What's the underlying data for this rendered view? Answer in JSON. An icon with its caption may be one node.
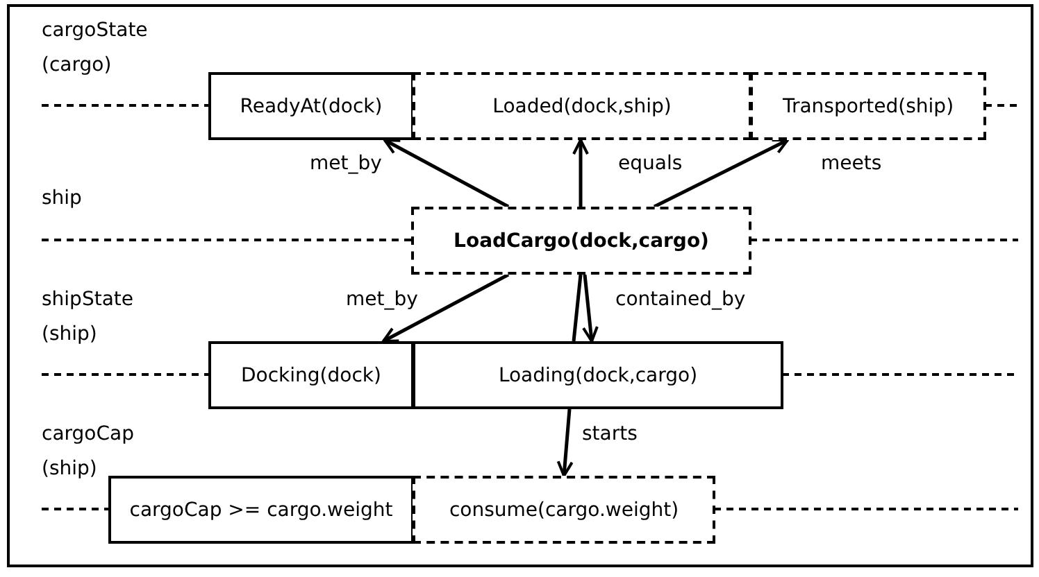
{
  "diagram": {
    "nodes": [
      {
        "text": [
          "ReadyAt(dock)"
        ]
      },
      {
        "text": [
          "Loaded(dock,ship)"
        ]
      },
      {
        "text": [
          "Transported(ship)"
        ]
      },
      {
        "text": [
          "LoadCargo(dock,cargo)"
        ]
      },
      {
        "text": [
          "Docking(dock)"
        ]
      },
      {
        "text": [
          "Loading(dock,cargo)"
        ]
      },
      {
        "text": [
          "cargoCap >= cargo.weight"
        ]
      },
      {
        "text": [
          "consume(cargo.weight)"
        ]
      }
    ],
    "edges": [
      {
        "from": 3,
        "to": 0,
        "arrow": "to",
        "label": "met_by"
      },
      {
        "from": 3,
        "to": 1,
        "arrow": "to",
        "label": "equals"
      },
      {
        "from": 3,
        "to": 2,
        "arrow": "to",
        "label": "meets"
      },
      {
        "from": 3,
        "to": 4,
        "arrow": "to",
        "label": "met_by"
      },
      {
        "from": 3,
        "to": 5,
        "arrow": "none"
      },
      {
        "from": 3,
        "to": 5,
        "arrow": "to",
        "label": "contained_by"
      },
      {
        "from": 5,
        "to": 7,
        "arrow": "to",
        "label": "starts"
      }
    ],
    "labels": [
      "cargoState",
      "(cargo)",
      "ship",
      "shipState",
      "(ship)",
      "cargoCap",
      "(ship)"
    ]
  }
}
